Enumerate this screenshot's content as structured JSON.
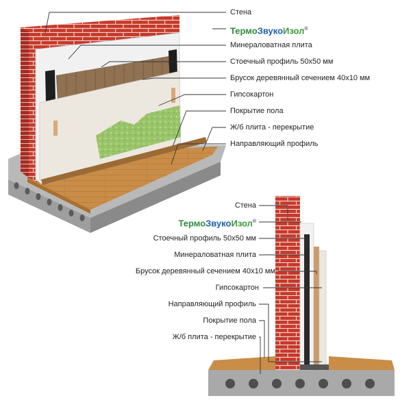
{
  "brand": {
    "part1": "Термо",
    "part2": "Звуко",
    "part3": "Изол",
    "mark": "®"
  },
  "top_labels": [
    "Стена",
    "Минераловатная плита",
    "Стоечный профиль 50х50 мм",
    "Брусок деревянный сечением 40х10 мм",
    "Гипсокартон",
    "Покрытие пола",
    "Ж/б плита - перекрытие",
    "Направляющий профиль"
  ],
  "bottom_labels": [
    "Стена",
    "Стоечный профиль 50х50 мм",
    "Минераловатная плита",
    "Брусок деревянный сечением 40х10 мм",
    "Гипсокартон",
    "Направляющий профиль",
    "Покрытие пола",
    "Ж/б плита - перекрытие"
  ],
  "colors": {
    "brick": "#c8382a",
    "brick_mortar": "#e9d6cc",
    "concrete": "#a9a9a9",
    "wood_floor": "#c98d48",
    "mineral_wool": "#f1f1f1",
    "profile": "#1e1e1e",
    "batten": "#8b6a4a",
    "gypsum": "#ece8e0",
    "sound_mat": "#9ac46a"
  }
}
